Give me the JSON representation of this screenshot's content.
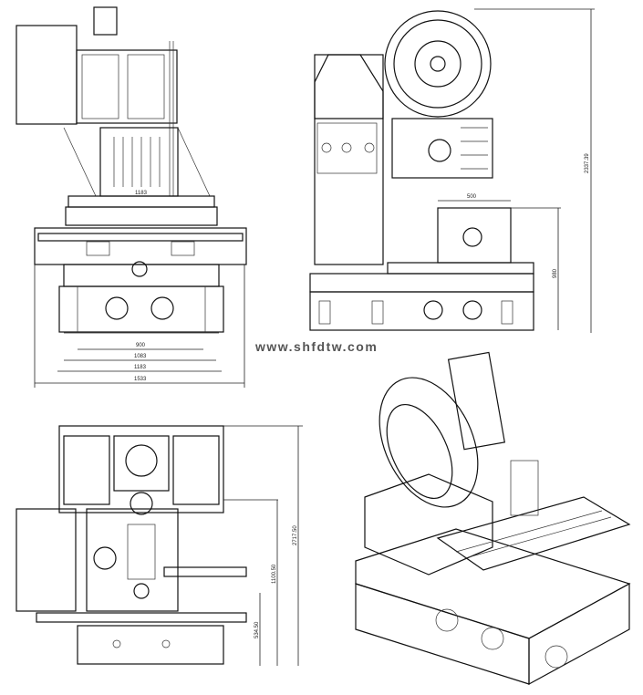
{
  "watermark": "www.shfdtw.com",
  "front_view": {
    "dimensions": {
      "d1": "1183",
      "d2": "900",
      "d3": "1083",
      "d4": "1183",
      "d5": "1533"
    }
  },
  "side_view": {
    "dimensions": {
      "table_width": "500",
      "table_height": "980",
      "total_height": "2337.39"
    }
  },
  "top_view": {
    "dimensions": {
      "total": "2717.50",
      "mid": "1100.50",
      "low": "534.50"
    }
  }
}
